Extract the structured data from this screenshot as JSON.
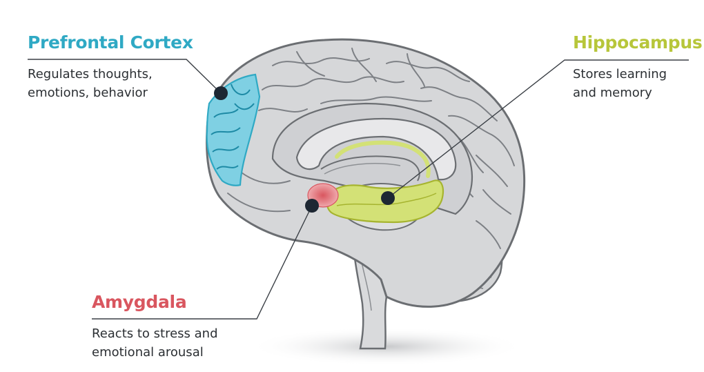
{
  "labels": {
    "prefrontal": {
      "title": "Prefrontal Cortex",
      "description_lines": [
        "Regulates thoughts,",
        "emotions, behavior"
      ]
    },
    "hippocampus": {
      "title": "Hippocampus",
      "description_lines": [
        "Stores learning",
        "and memory"
      ]
    },
    "amygdala": {
      "title": "Amygdala",
      "description_lines": [
        "Reacts to stress and",
        "emotional arousal"
      ]
    }
  },
  "colors": {
    "prefrontal": "#2fa9c4",
    "hippocampus": "#b7c63a",
    "amygdala": "#d9565f",
    "brain_fill": "#d6d7d9",
    "brain_stroke": "#6b6e72",
    "callout_dot": "#1d2733",
    "callout_line": "#3a3f45"
  },
  "icons": {
    "brain": "brain-sagittal-icon",
    "callout_marker": "dot-icon"
  }
}
